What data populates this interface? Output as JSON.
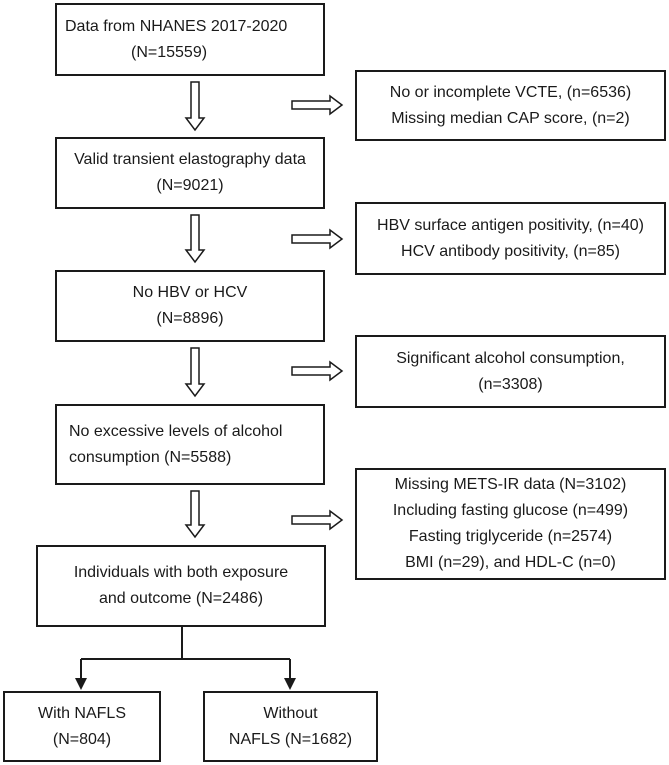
{
  "main_boxes": [
    {
      "lines": [
        "Data from NHANES 2017-2020",
        "(N=15559)"
      ]
    },
    {
      "lines": [
        "Valid transient elastography data",
        "(N=9021)"
      ]
    },
    {
      "lines": [
        "No HBV or HCV",
        "(N=8896)"
      ]
    },
    {
      "lines": [
        "No excessive levels of alcohol",
        "consumption (N=5588)"
      ]
    },
    {
      "lines": [
        "Individuals with both exposure",
        "and outcome (N=2486)"
      ]
    }
  ],
  "exclusion_boxes": [
    {
      "lines": [
        "No or incomplete VCTE, (n=6536)",
        "Missing median CAP score, (n=2)"
      ]
    },
    {
      "lines": [
        "HBV surface antigen positivity, (n=40)",
        "HCV antibody positivity, (n=85)"
      ]
    },
    {
      "lines": [
        "Significant alcohol consumption,",
        "(n=3308)"
      ]
    },
    {
      "lines": [
        "Missing METS-IR data (N=3102)",
        "Including fasting glucose (n=499)",
        "Fasting triglyceride (n=2574)",
        "BMI (n=29), and HDL-C (n=0)"
      ]
    }
  ],
  "outcome_boxes": [
    {
      "lines": [
        "With NAFLS",
        "(N=804)"
      ]
    },
    {
      "lines": [
        "Without",
        "NAFLS (N=1682)"
      ]
    }
  ]
}
